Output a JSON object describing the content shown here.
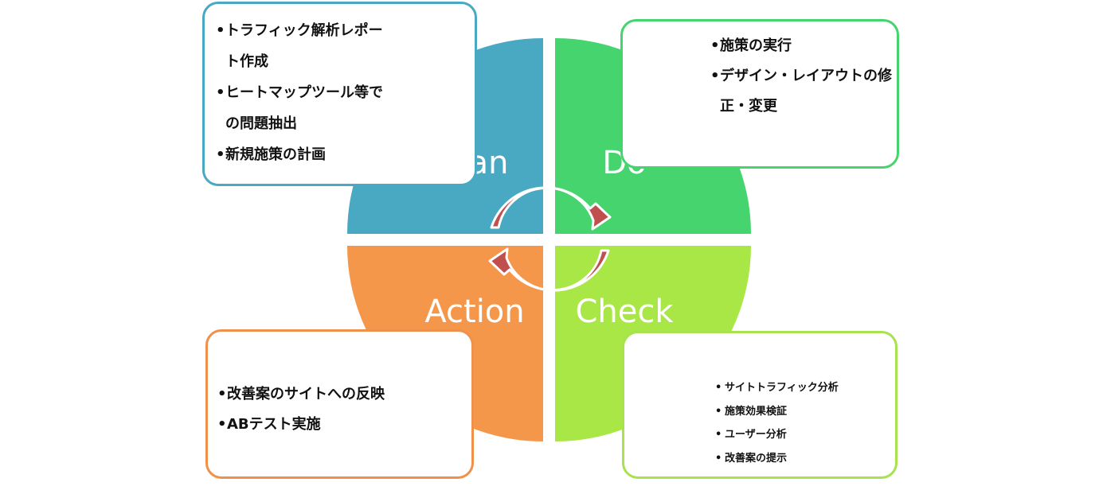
{
  "colors": {
    "plan": "#4aa9c2",
    "do": "#46d46f",
    "action": "#f5974a",
    "check": "#a8e746",
    "arrow": "#c0504d"
  },
  "icons": {
    "cycle_arrow": "curved-arrow-icon"
  },
  "quadrants": {
    "plan": {
      "label": "Plan"
    },
    "do": {
      "label": "Do"
    },
    "check": {
      "label": "Check"
    },
    "action": {
      "label": "Action"
    }
  },
  "notes": {
    "plan": {
      "items": [
        "トラフィック解析レポート作成",
        "ヒートマップツール等での問題抽出",
        "新規施策の計画"
      ]
    },
    "do": {
      "items": [
        "施策の実行",
        "デザイン・レイアウトの修正・変更"
      ]
    },
    "check": {
      "items": [
        "サイトトラフィック分析",
        "施策効果検証",
        "ユーザー分析",
        "改善案の提示"
      ]
    },
    "action": {
      "items": [
        "改善案のサイトへの反映",
        "ABテスト実施"
      ]
    }
  }
}
